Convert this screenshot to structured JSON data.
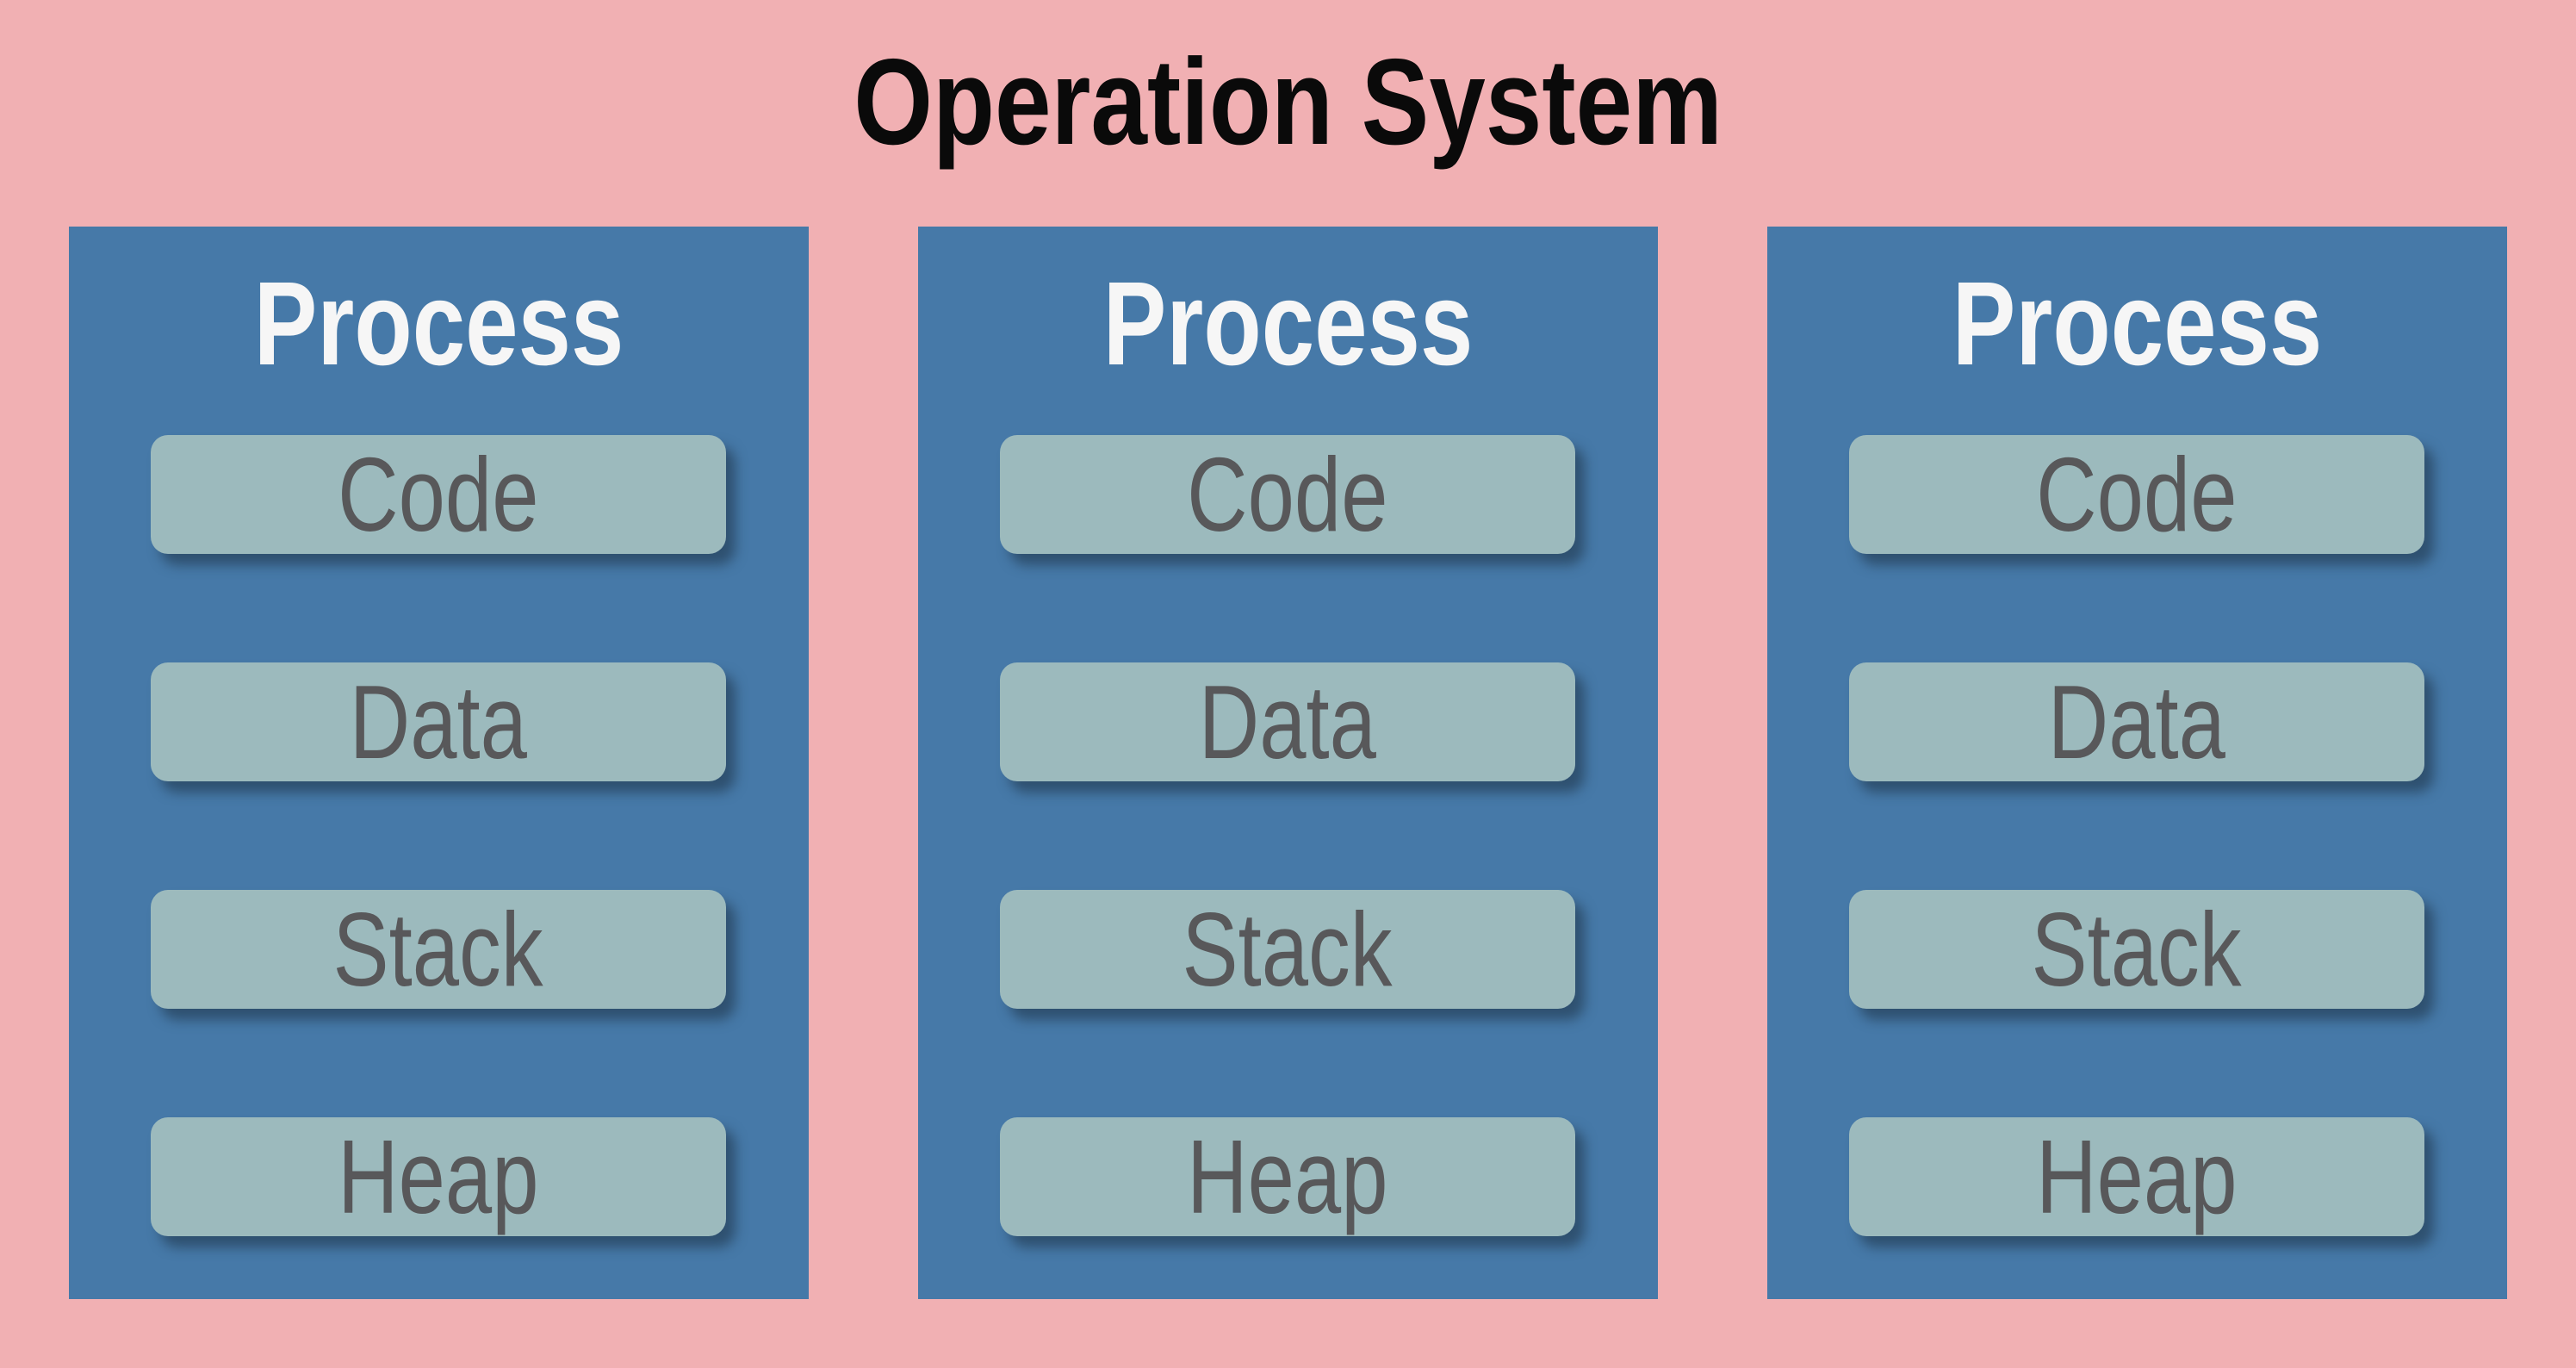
{
  "title": "Operation System",
  "colors": {
    "bg": "#F1B0B3",
    "title_text": "#0A0A0A",
    "process_box": "#4679A8",
    "process_title_text": "#F6F6F6",
    "segment_box": "#9CBABD",
    "segment_text": "#58585A",
    "segment_shadow": "rgba(28,47,66,0.55)"
  },
  "processes": [
    {
      "title": "Process",
      "segments": [
        "Code",
        "Data",
        "Stack",
        "Heap"
      ]
    },
    {
      "title": "Process",
      "segments": [
        "Code",
        "Data",
        "Stack",
        "Heap"
      ]
    },
    {
      "title": "Process",
      "segments": [
        "Code",
        "Data",
        "Stack",
        "Heap"
      ]
    }
  ]
}
